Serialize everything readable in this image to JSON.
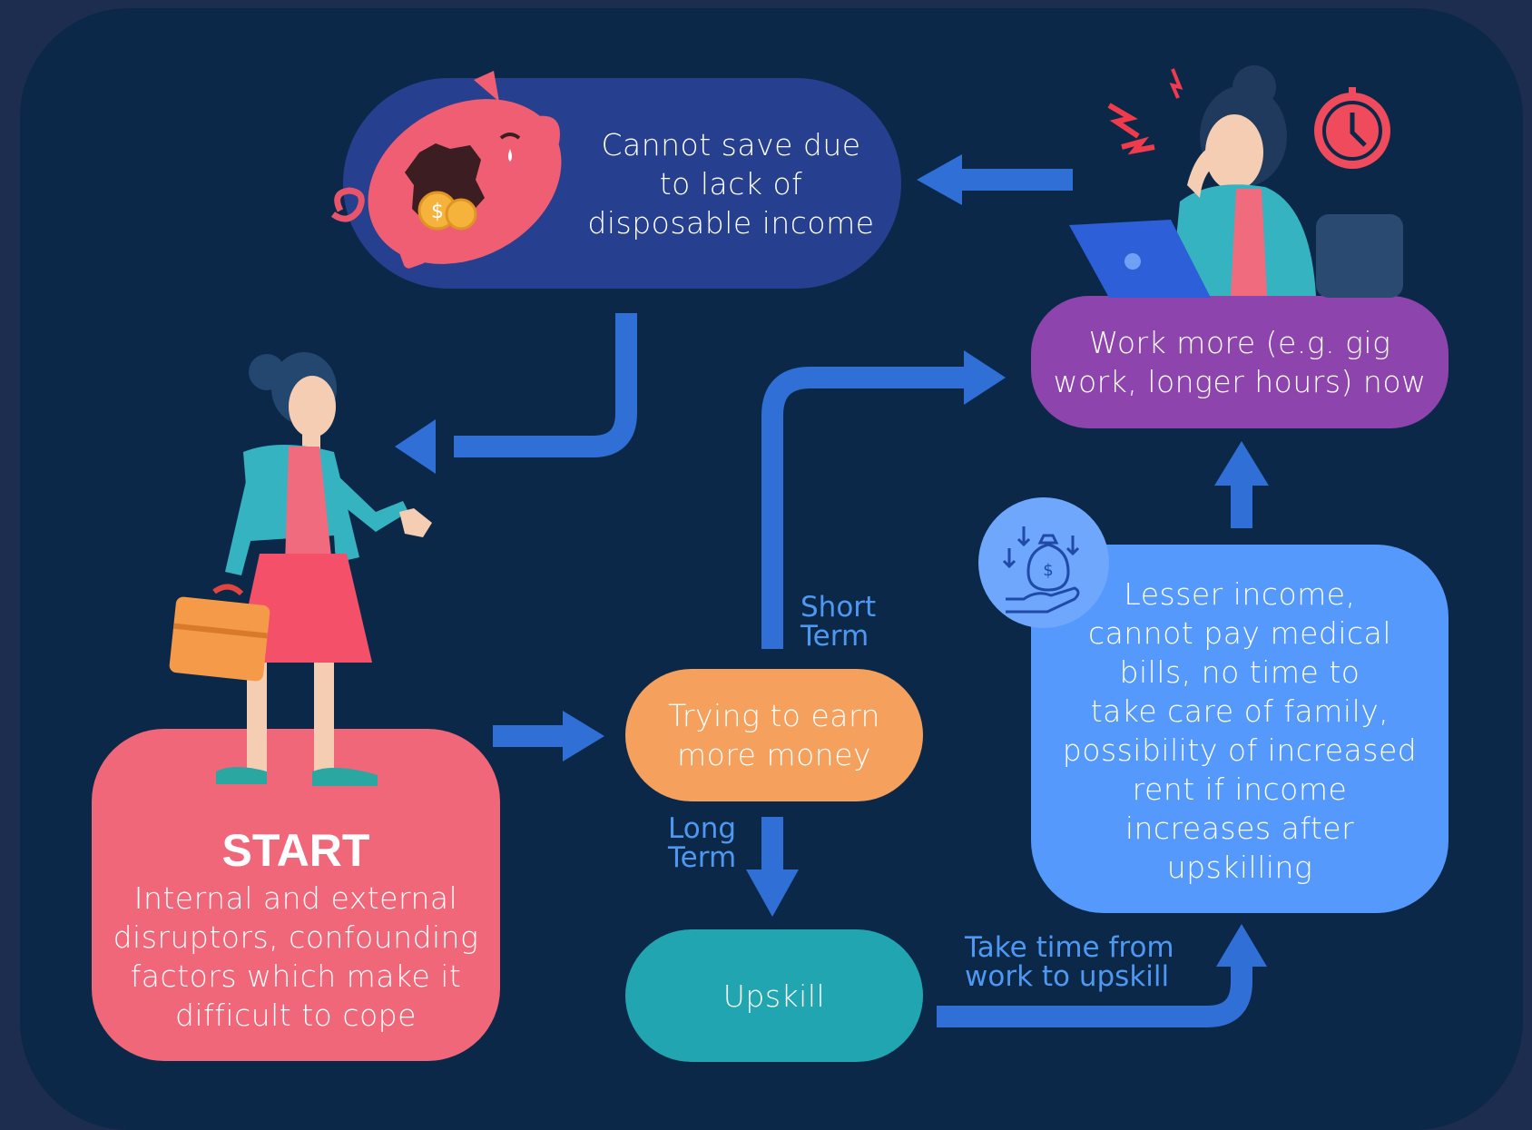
{
  "nodes": {
    "save": {
      "text": "Cannot save due to lack of disposable income",
      "lines": [
        "Cannot save due",
        "to lack of",
        "disposable income"
      ],
      "color": "#263f8e"
    },
    "work_more": {
      "text": "Work more (e.g. gig work, longer hours) now",
      "lines": [
        "Work more (e.g. gig",
        "work, longer hours) now"
      ],
      "color": "#8e44ad"
    },
    "start": {
      "title": "START",
      "lines": [
        "Internal and external",
        "disruptors, confounding",
        "factors which make it",
        "difficult to cope"
      ],
      "color": "#f0677a"
    },
    "earn": {
      "text": "Trying to earn more money",
      "lines": [
        "Trying to earn",
        "more money"
      ],
      "color": "#f5a05c"
    },
    "upskill": {
      "text": "Upskill",
      "color": "#21a5b1"
    },
    "lesser": {
      "text": "Lesser income, cannot pay medical bills, no time to take care of family, possibility of increased rent if income increases after upskilling",
      "lines": [
        "Lesser income,",
        "cannot pay medical",
        "bills, no time to",
        "take care of family,",
        "possibility of increased",
        "rent if income",
        "increases after",
        "upskilling"
      ],
      "color": "#5499fb"
    }
  },
  "edge_labels": {
    "short_term": [
      "Short",
      "Term"
    ],
    "long_term": [
      "Long",
      "Term"
    ],
    "take_time": [
      "Take time from",
      "work to upskill"
    ]
  },
  "colors": {
    "background": "#1c2d4f",
    "panel": "#0b2848",
    "arrow": "#2f6fd6",
    "label": "#4f98f2"
  },
  "icons": [
    "piggy-bank-icon",
    "stressed-woman-icon",
    "clock-icon",
    "businesswoman-icon",
    "money-bag-hand-icon"
  ]
}
